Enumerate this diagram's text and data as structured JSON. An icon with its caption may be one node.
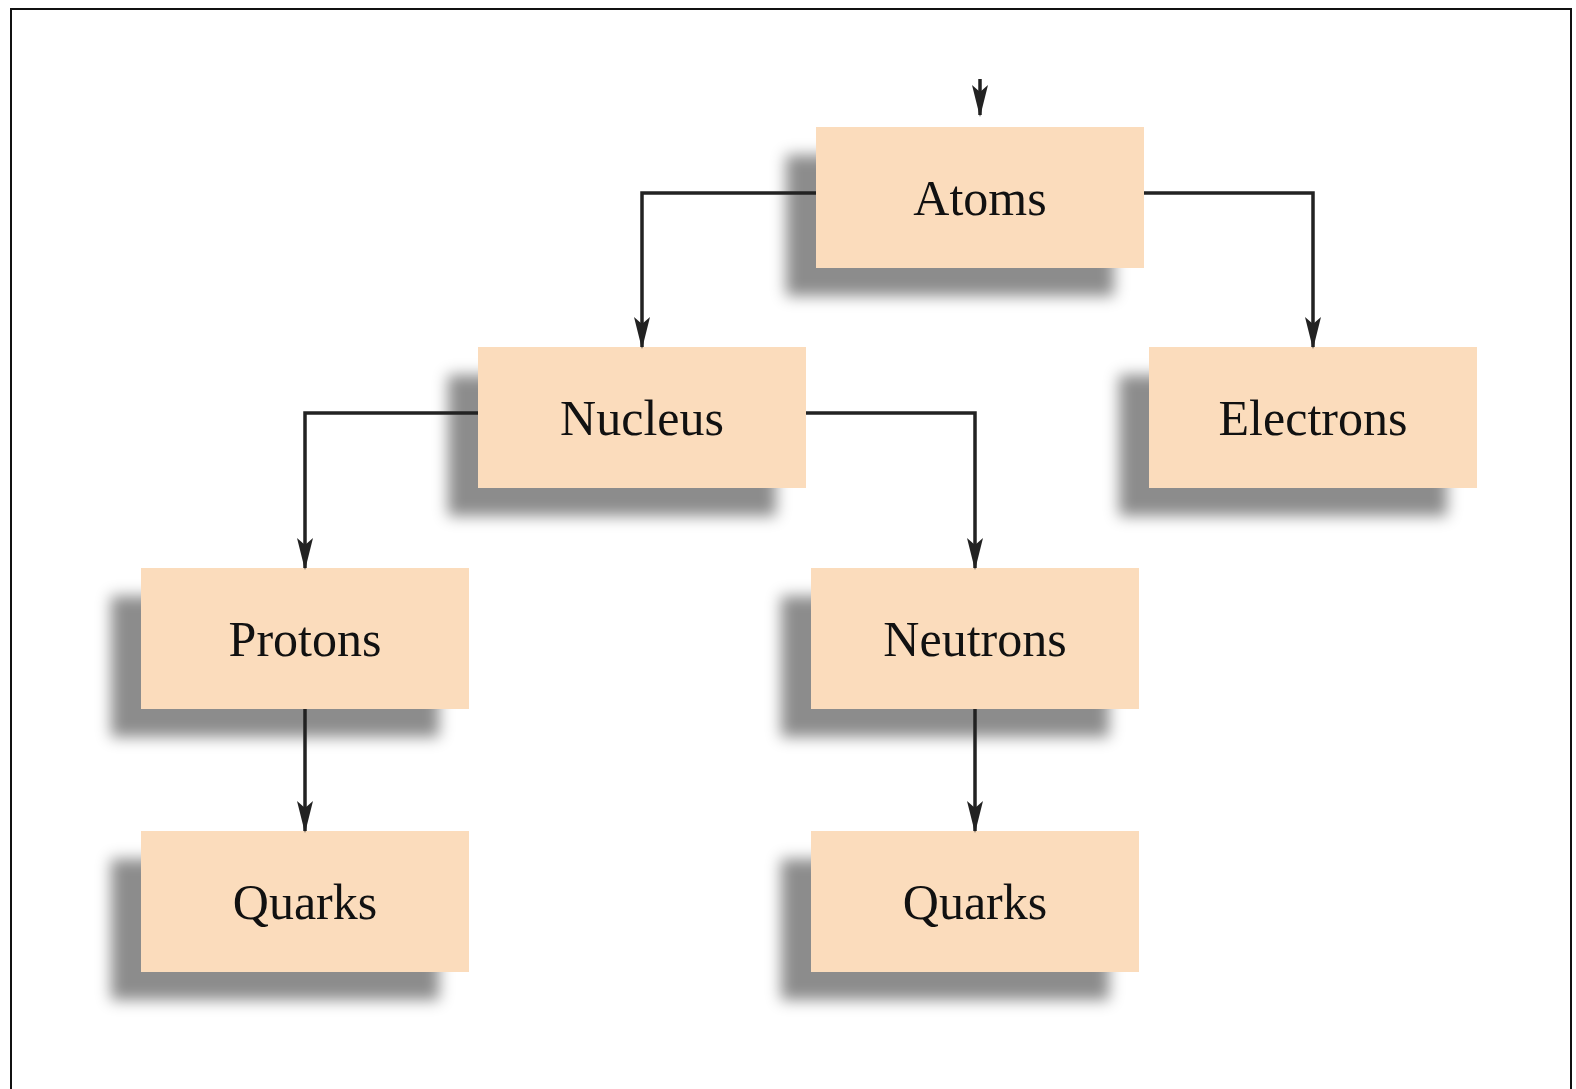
{
  "diagram": {
    "nodes": [
      {
        "text": [
          "Atoms"
        ]
      },
      {
        "text": [
          "Nucleus"
        ]
      },
      {
        "text": [
          "Electrons"
        ]
      },
      {
        "text": [
          "Protons"
        ]
      },
      {
        "text": [
          "Neutrons"
        ]
      },
      {
        "text": [
          "Quarks"
        ]
      },
      {
        "text": [
          "Quarks"
        ]
      }
    ],
    "edges": [
      {
        "from": null,
        "to": 0,
        "arrow": "to"
      },
      {
        "from": 0,
        "to": 1,
        "arrow": "to"
      },
      {
        "from": 0,
        "to": 2,
        "arrow": "to"
      },
      {
        "from": 1,
        "to": 3,
        "arrow": "to"
      },
      {
        "from": 1,
        "to": 4,
        "arrow": "to"
      },
      {
        "from": 3,
        "to": 5,
        "arrow": "to"
      },
      {
        "from": 4,
        "to": 6,
        "arrow": "to"
      }
    ]
  }
}
